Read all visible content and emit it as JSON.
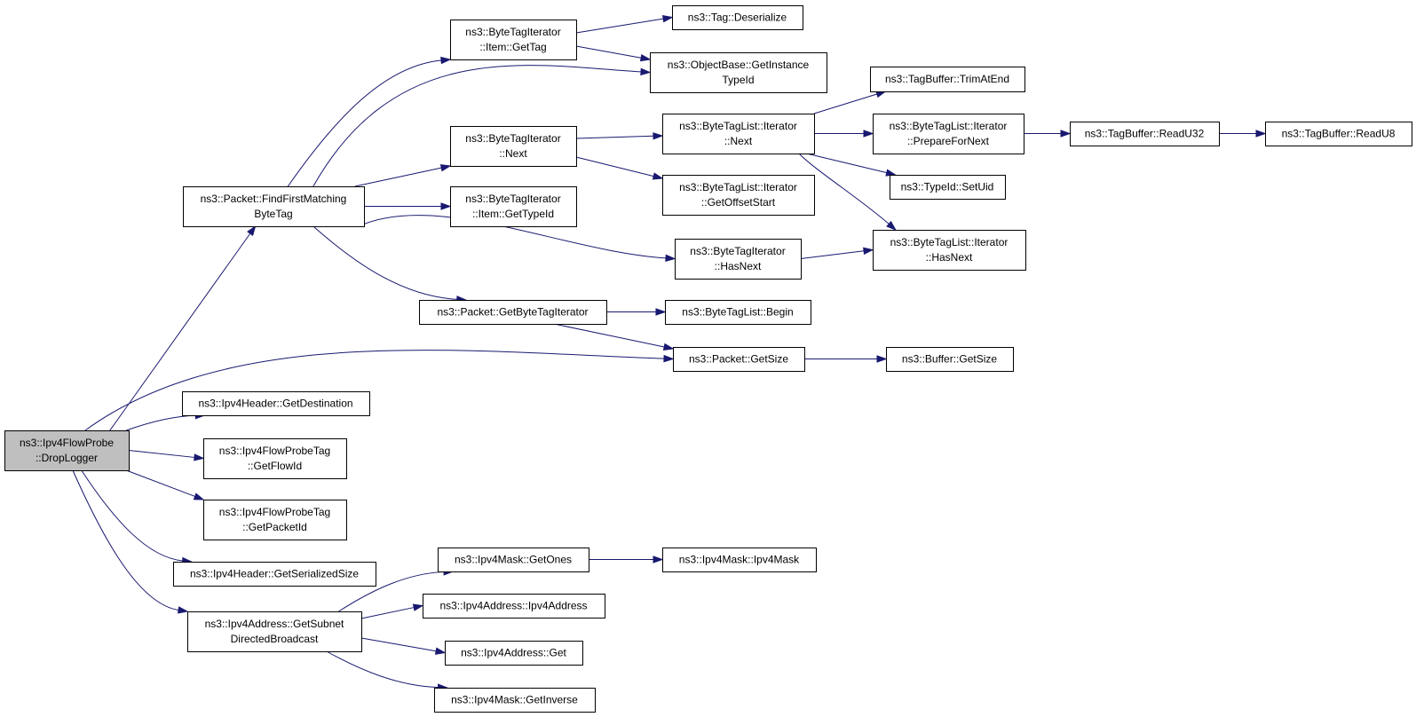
{
  "diagram": {
    "nodes": {
      "DropLogger": [
        "ns3::Ipv4FlowProbe",
        "::DropLogger"
      ],
      "FindFirstMatchingByteTag": [
        "ns3::Packet::FindFirstMatching",
        "ByteTag"
      ],
      "ItemGetTag": [
        "ns3::ByteTagIterator",
        "::Item::GetTag"
      ],
      "TagDeserialize": [
        "ns3::Tag::Deserialize"
      ],
      "GetInstanceTypeId": [
        "ns3::ObjectBase::GetInstance",
        "TypeId"
      ],
      "ByteTagIteratorNext": [
        "ns3::ByteTagIterator",
        "::Next"
      ],
      "ByteTagListIteratorNext": [
        "ns3::ByteTagList::Iterator",
        "::Next"
      ],
      "TrimAtEnd": [
        "ns3::TagBuffer::TrimAtEnd"
      ],
      "PrepareForNext": [
        "ns3::ByteTagList::Iterator",
        "::PrepareForNext"
      ],
      "ReadU32": [
        "ns3::TagBuffer::ReadU32"
      ],
      "ReadU8": [
        "ns3::TagBuffer::ReadU8"
      ],
      "SetUid": [
        "ns3::TypeId::SetUid"
      ],
      "GetOffsetStart": [
        "ns3::ByteTagList::Iterator",
        "::GetOffsetStart"
      ],
      "ItemGetTypeId": [
        "ns3::ByteTagIterator",
        "::Item::GetTypeId"
      ],
      "ByteTagIteratorHasNext": [
        "ns3::ByteTagIterator",
        "::HasNext"
      ],
      "ByteTagListIteratorHasNext": [
        "ns3::ByteTagList::Iterator",
        "::HasNext"
      ],
      "GetByteTagIterator": [
        "ns3::Packet::GetByteTagIterator"
      ],
      "ByteTagListBegin": [
        "ns3::ByteTagList::Begin"
      ],
      "PacketGetSize": [
        "ns3::Packet::GetSize"
      ],
      "BufferGetSize": [
        "ns3::Buffer::GetSize"
      ],
      "GetDestination": [
        "ns3::Ipv4Header::GetDestination"
      ],
      "GetFlowId": [
        "ns3::Ipv4FlowProbeTag",
        "::GetFlowId"
      ],
      "GetPacketId": [
        "ns3::Ipv4FlowProbeTag",
        "::GetPacketId"
      ],
      "GetSerializedSize": [
        "ns3::Ipv4Header::GetSerializedSize"
      ],
      "GetSubnetDirectedBroadcast": [
        "ns3::Ipv4Address::GetSubnet",
        "DirectedBroadcast"
      ],
      "GetOnes": [
        "ns3::Ipv4Mask::GetOnes"
      ],
      "Ipv4MaskCtor": [
        "ns3::Ipv4Mask::Ipv4Mask"
      ],
      "Ipv4AddressCtor": [
        "ns3::Ipv4Address::Ipv4Address"
      ],
      "Ipv4AddressGet": [
        "ns3::Ipv4Address::Get"
      ],
      "GetInverse": [
        "ns3::Ipv4Mask::GetInverse"
      ]
    },
    "edges": [
      [
        "DropLogger",
        "FindFirstMatchingByteTag"
      ],
      [
        "DropLogger",
        "PacketGetSize"
      ],
      [
        "DropLogger",
        "GetDestination"
      ],
      [
        "DropLogger",
        "GetFlowId"
      ],
      [
        "DropLogger",
        "GetPacketId"
      ],
      [
        "DropLogger",
        "GetSerializedSize"
      ],
      [
        "DropLogger",
        "GetSubnetDirectedBroadcast"
      ],
      [
        "FindFirstMatchingByteTag",
        "ItemGetTag"
      ],
      [
        "FindFirstMatchingByteTag",
        "GetInstanceTypeId"
      ],
      [
        "FindFirstMatchingByteTag",
        "ByteTagIteratorNext"
      ],
      [
        "FindFirstMatchingByteTag",
        "ItemGetTypeId"
      ],
      [
        "FindFirstMatchingByteTag",
        "ByteTagIteratorHasNext"
      ],
      [
        "FindFirstMatchingByteTag",
        "GetByteTagIterator"
      ],
      [
        "ItemGetTag",
        "TagDeserialize"
      ],
      [
        "ItemGetTag",
        "GetInstanceTypeId"
      ],
      [
        "ByteTagIteratorNext",
        "ByteTagListIteratorNext"
      ],
      [
        "ByteTagIteratorNext",
        "GetOffsetStart"
      ],
      [
        "ByteTagListIteratorNext",
        "TrimAtEnd"
      ],
      [
        "ByteTagListIteratorNext",
        "PrepareForNext"
      ],
      [
        "ByteTagListIteratorNext",
        "SetUid"
      ],
      [
        "ByteTagListIteratorNext",
        "ByteTagListIteratorHasNext"
      ],
      [
        "PrepareForNext",
        "ReadU32"
      ],
      [
        "ReadU32",
        "ReadU8"
      ],
      [
        "ByteTagIteratorHasNext",
        "ByteTagListIteratorHasNext"
      ],
      [
        "GetByteTagIterator",
        "ByteTagListBegin"
      ],
      [
        "GetByteTagIterator",
        "PacketGetSize"
      ],
      [
        "PacketGetSize",
        "BufferGetSize"
      ],
      [
        "GetSubnetDirectedBroadcast",
        "GetOnes"
      ],
      [
        "GetSubnetDirectedBroadcast",
        "Ipv4AddressCtor"
      ],
      [
        "GetSubnetDirectedBroadcast",
        "Ipv4AddressGet"
      ],
      [
        "GetSubnetDirectedBroadcast",
        "GetInverse"
      ],
      [
        "GetOnes",
        "Ipv4MaskCtor"
      ]
    ],
    "colors": {
      "edge": "#191970",
      "root_fill": "#bfbfbf",
      "node_fill": "#ffffff",
      "node_border": "#000000"
    }
  }
}
